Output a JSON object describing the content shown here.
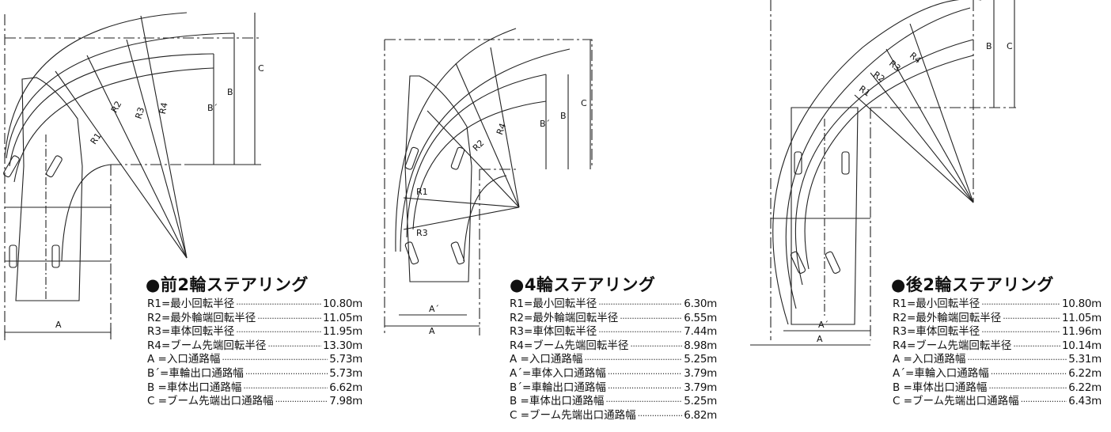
{
  "panels": [
    {
      "title": "●前2輪ステアリング",
      "rows": [
        {
          "label": "R1=最小回転半径",
          "value": "10.80m"
        },
        {
          "label": "R2=最外輪端回転半径",
          "value": "11.05m"
        },
        {
          "label": "R3=車体回転半径",
          "value": "11.95m"
        },
        {
          "label": "R4=ブーム先端回転半径",
          "value": "13.30m"
        },
        {
          "label": "A =入口通路幅",
          "value": "5.73m"
        },
        {
          "label": "B´=車輪出口通路幅",
          "value": "5.73m"
        },
        {
          "label": "B =車体出口通路幅",
          "value": "6.62m"
        },
        {
          "label": "C =ブーム先端出口通路幅",
          "value": "7.98m"
        }
      ],
      "labels": {
        "r1": "R1",
        "r2": "R2",
        "r3": "R3",
        "r4": "R4",
        "a": "A",
        "bp": "B´",
        "b": "B",
        "c": "C"
      }
    },
    {
      "title": "●4輪ステアリング",
      "rows": [
        {
          "label": "R1=最小回転半径",
          "value": "6.30m"
        },
        {
          "label": "R2=最外輪端回転半径",
          "value": "6.55m"
        },
        {
          "label": "R3=車体回転半径",
          "value": "7.44m"
        },
        {
          "label": "R4=ブーム先端回転半径",
          "value": "8.98m"
        },
        {
          "label": "A =入口通路幅",
          "value": "5.25m"
        },
        {
          "label": "A´=車体入口通路幅",
          "value": "3.79m"
        },
        {
          "label": "B´=車輪出口通路幅",
          "value": "3.79m"
        },
        {
          "label": "B =車体出口通路幅",
          "value": "5.25m"
        },
        {
          "label": "C =ブーム先端出口通路幅",
          "value": "6.82m"
        }
      ],
      "labels": {
        "r1": "R1",
        "r2": "R2",
        "r3": "R3",
        "r4": "R4",
        "a": "A",
        "ap": "A´",
        "bp": "B´",
        "b": "B",
        "c": "C"
      }
    },
    {
      "title": "●後2輪ステアリング",
      "rows": [
        {
          "label": "R1=最小回転半径",
          "value": "10.80m"
        },
        {
          "label": "R2=最外輪端回転半径",
          "value": "11.05m"
        },
        {
          "label": "R3=車体回転半径",
          "value": "11.96m"
        },
        {
          "label": "R4=ブーム先端回転半径",
          "value": "10.14m"
        },
        {
          "label": "A =入口通路幅",
          "value": "5.31m"
        },
        {
          "label": "A´=車輪入口通路幅",
          "value": "6.22m"
        },
        {
          "label": "B =車体出口通路幅",
          "value": "6.22m"
        },
        {
          "label": "C =ブーム先端出口通路幅",
          "value": "6.43m"
        }
      ],
      "labels": {
        "r1": "R1",
        "r2": "R2",
        "r3": "R3",
        "r4": "R4",
        "a": "A",
        "ap": "A´",
        "b": "B",
        "c": "C"
      }
    }
  ]
}
